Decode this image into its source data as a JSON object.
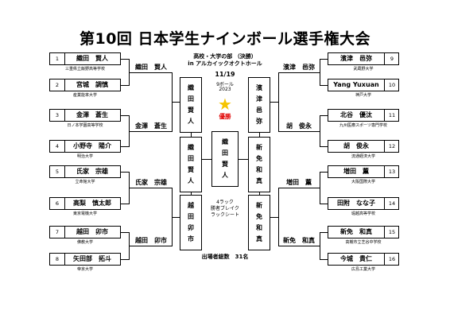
{
  "title": "第10回 日本学生ナインボール選手権大会",
  "division": "高校・大学の部 （決勝）",
  "venue": "in アルカイックオクトホール",
  "date": "11/19",
  "game": "9ボール",
  "year": "2023",
  "champion_label": "優勝",
  "rules": [
    "4ラック",
    "勝者ブレイク",
    "ラックシート"
  ],
  "participants": "出場者総数　31名",
  "left_players": [
    {
      "seed": "1",
      "name": "織田　賢人",
      "school": "三重県立飯野高等学校"
    },
    {
      "seed": "2",
      "name": "宮城　調慎",
      "school": "産業能率大学"
    },
    {
      "seed": "3",
      "name": "金澤　蒼生",
      "school": "日ノ本学園高等学校"
    },
    {
      "seed": "4",
      "name": "小野寺　陽介",
      "school": "明治大学"
    },
    {
      "seed": "5",
      "name": "氏家　宗雄",
      "school": "立命館大学"
    },
    {
      "seed": "6",
      "name": "高梨　慎太郎",
      "school": "東京電機大学"
    },
    {
      "seed": "7",
      "name": "越田　卯市",
      "school": "佛教大学"
    },
    {
      "seed": "8",
      "name": "矢田部　拓斗",
      "school": "帝京大学"
    }
  ],
  "right_players": [
    {
      "seed": "9",
      "name": "濱津　邑弥",
      "school": "武蔵野大学"
    },
    {
      "seed": "10",
      "name": "Yang Yuxuan",
      "school": "神戸大学"
    },
    {
      "seed": "11",
      "name": "北谷　優汰",
      "school": "九州医療スポーツ専門学校"
    },
    {
      "seed": "12",
      "name": "胡　俊永",
      "school": "流通経済大学"
    },
    {
      "seed": "13",
      "name": "増田　薫",
      "school": "大阪国際大学"
    },
    {
      "seed": "14",
      "name": "田附　なな子",
      "school": "堀越高等学校"
    },
    {
      "seed": "15",
      "name": "新免　和真",
      "school": "高槻市立芝谷中学校"
    },
    {
      "seed": "16",
      "name": "今城　貴仁",
      "school": "広島工業大学"
    }
  ],
  "left_r1_winners": [
    "織田　賢人",
    "金澤　蒼生",
    "氏家　宗雄",
    "越田　卯市"
  ],
  "right_r1_winners": [
    "濱津　邑弥",
    "胡　俊永",
    "増田　薫",
    "新免　和真"
  ],
  "left_semi": [
    [
      "織",
      "田",
      "賢",
      "人"
    ],
    [
      "越",
      "田",
      "卯",
      "市"
    ]
  ],
  "right_semi": [
    [
      "濱",
      "津",
      "邑",
      "弥"
    ],
    [
      "新",
      "免",
      "和",
      "真"
    ]
  ],
  "left_final": [
    "織",
    "田",
    "賢",
    "人"
  ],
  "right_final": [
    "新",
    "免",
    "和",
    "真"
  ],
  "champion": [
    "織",
    "田",
    "賢",
    "人"
  ]
}
